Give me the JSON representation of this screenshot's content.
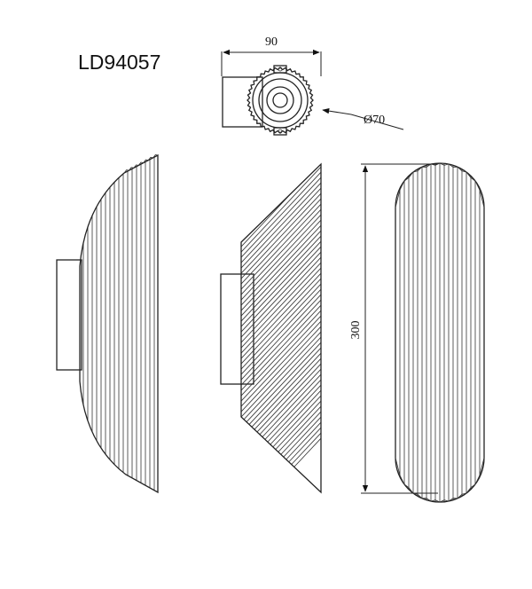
{
  "product": {
    "model_code": "LD94057"
  },
  "dimensions": {
    "width_label": "90",
    "diameter_label": "Ø70",
    "height_label": "300"
  }
}
